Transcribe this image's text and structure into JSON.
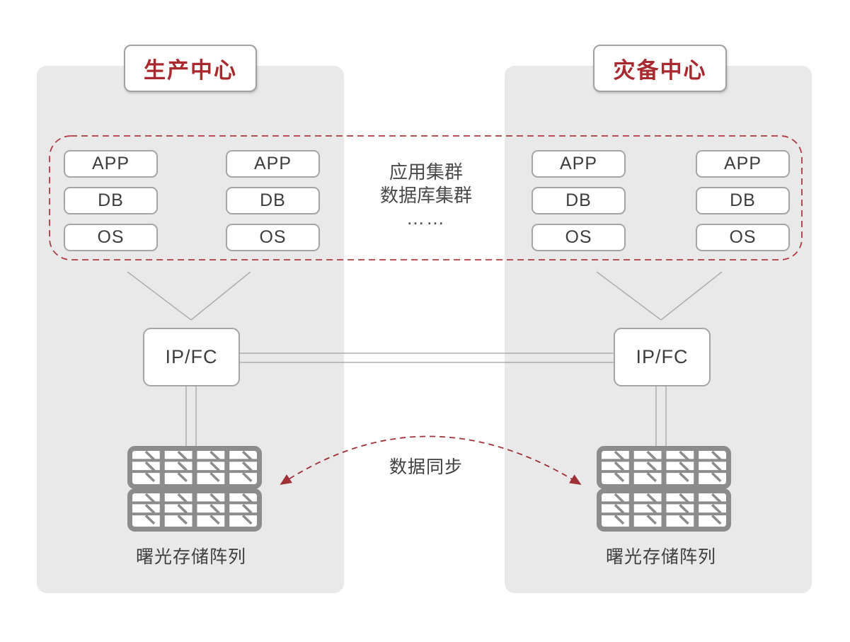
{
  "production_center": {
    "title": "生产中心",
    "stacks": [
      [
        "APP",
        "DB",
        "OS"
      ],
      [
        "APP",
        "DB",
        "OS"
      ]
    ],
    "switch_label": "IP/FC",
    "storage_label": "曙光存储阵列"
  },
  "disaster_center": {
    "title": "灾备中心",
    "stacks": [
      [
        "APP",
        "DB",
        "OS"
      ],
      [
        "APP",
        "DB",
        "OS"
      ]
    ],
    "switch_label": "IP/FC",
    "storage_label": "曙光存储阵列"
  },
  "cluster_note": {
    "line1": "应用集群",
    "line2": "数据库集群",
    "line3": "……"
  },
  "sync_arrow_label": "数据同步",
  "colors": {
    "accent_red": "#A8292E",
    "dashed_red": "#AF3A3F",
    "panel_gray": "#EAE9E9",
    "connector_gray": "#ADADAD",
    "storage_gray": "#8C8C8C",
    "text_dark": "#3D3D3D",
    "box_border_gray": "#A5A5A5"
  }
}
